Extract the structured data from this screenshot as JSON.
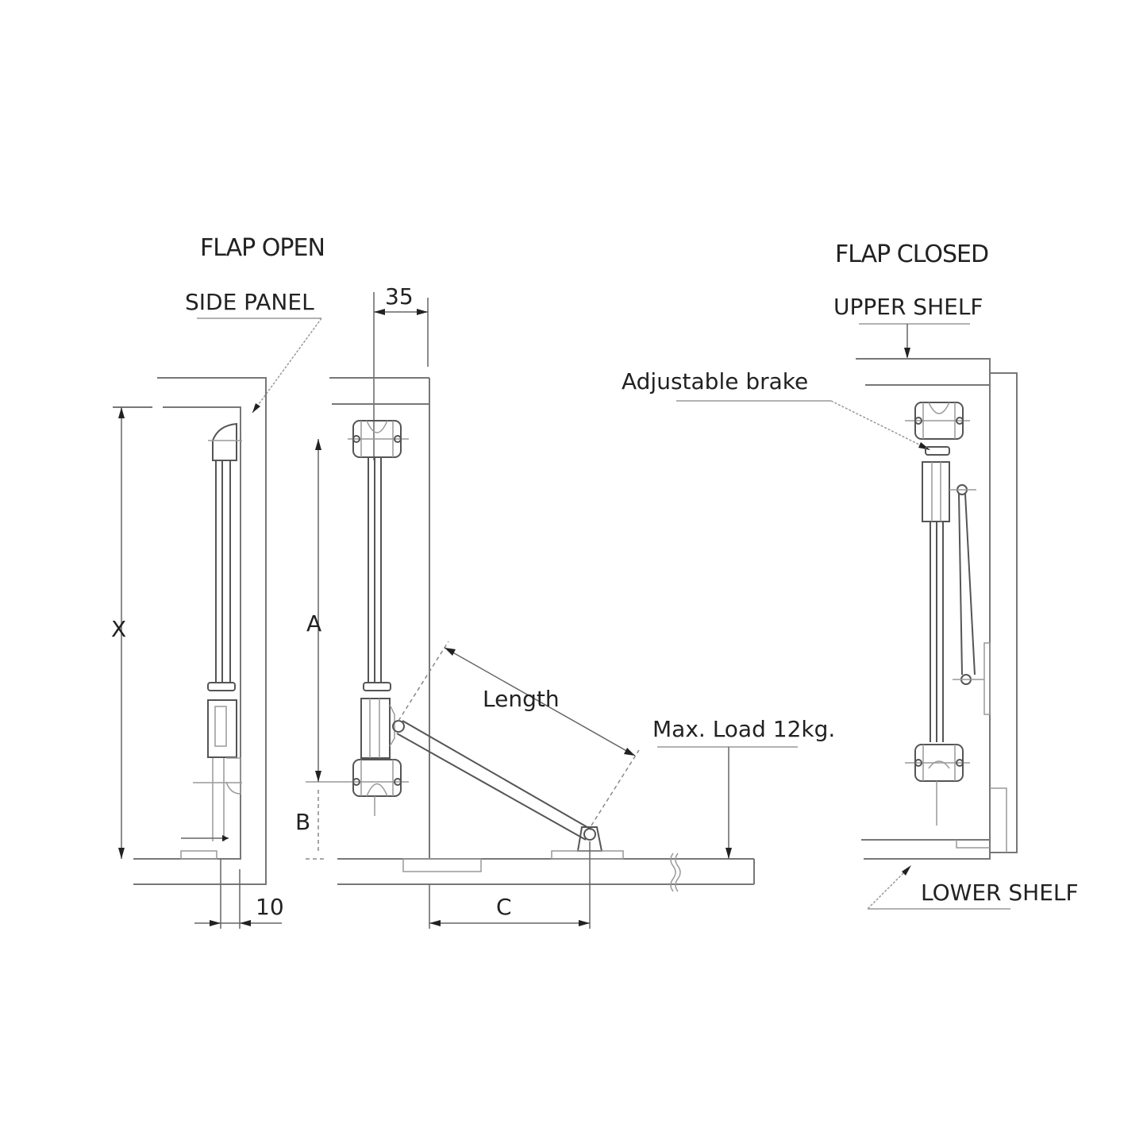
{
  "views": {
    "open": {
      "title": "FLAP OPEN",
      "side_panel_label": "SIDE PANEL",
      "dim_x": "X",
      "dim_10": "10",
      "dim_35": "35",
      "dim_a": "A",
      "dim_b": "B",
      "dim_c": "C",
      "length_label": "Length",
      "max_load_label": "Max. Load 12kg."
    },
    "closed": {
      "title": "FLAP CLOSED",
      "upper_shelf_label": "UPPER SHELF",
      "brake_label": "Adjustable brake",
      "lower_shelf_label": "LOWER SHELF"
    }
  }
}
